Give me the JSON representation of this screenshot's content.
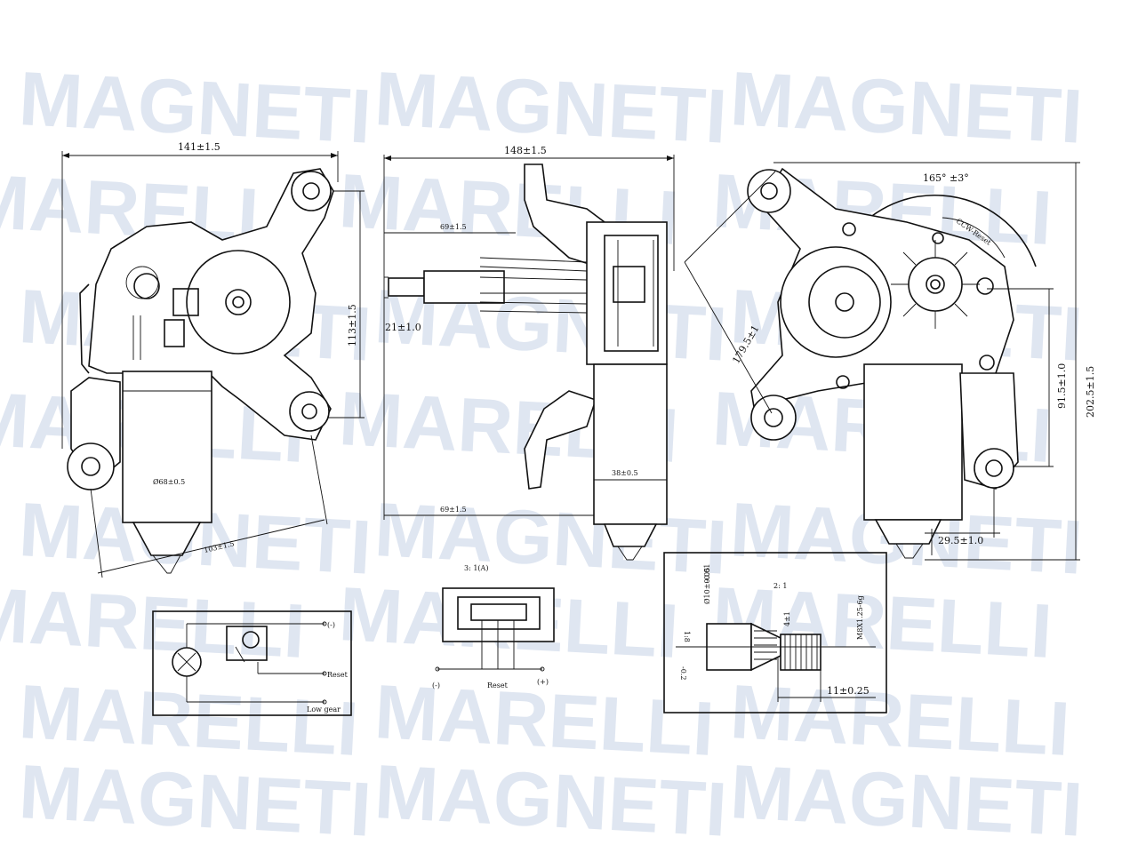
{
  "watermark": {
    "brand_a": "MAGNETI",
    "brand_b": "MARELLI",
    "color": "#dfe6f1"
  },
  "left_view": {
    "width_dim": "141±1.5",
    "height_dim": "113±1.5",
    "motor_dia": "Ø68±0.5",
    "diag_dim": "103±1.5"
  },
  "side_view": {
    "width_dim": "148±1.5",
    "upper_dim": "69±1.5",
    "shaft_dim": "21±1.0",
    "motor_dim": "38±0.5",
    "lower_dim": "69±1.5"
  },
  "right_view": {
    "angle_dim": "165° ±3°",
    "rotation": "CCW-Reset",
    "diag_dim": "179.5±1",
    "height_dim_a": "91.5±1.0",
    "height_dim_b": "202.5±1.5",
    "offset_dim": "29.5±1.0"
  },
  "wiring": {
    "minus": "(-)",
    "reset": "Reset",
    "low_gear": "Low gear"
  },
  "connector": {
    "scale": "3: 1(A)",
    "minus": "(-)",
    "reset": "Reset",
    "plus": "(+)"
  },
  "shaft_detail": {
    "scale": "2: 1",
    "dia_dim": "Ø10±0.05",
    "tol_dim": "-0.01",
    "thread": "M8X1.25-6g",
    "t_dim": "4±1",
    "cone": "1:8",
    "side_dim": "-0.2",
    "length_dim": "11±0.25"
  }
}
